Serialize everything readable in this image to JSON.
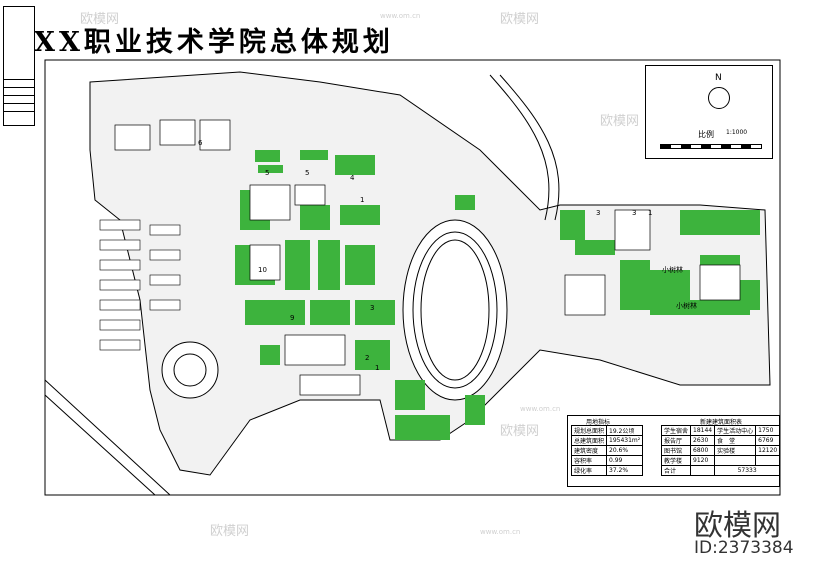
{
  "title": "XX职业技术学院总体规划",
  "compass": {
    "north": "N",
    "scale_label": "比例",
    "scale_value": "1:1000"
  },
  "land_use": {
    "header": "用地指标",
    "rows": [
      {
        "label": "规划总面积",
        "value": "19.2公顷"
      },
      {
        "label": "总建筑面积",
        "value": "195431m²"
      },
      {
        "label": "建筑密度",
        "value": "20.6%"
      },
      {
        "label": "容积率",
        "value": "0.99"
      },
      {
        "label": "绿化率",
        "value": "37.2%"
      }
    ]
  },
  "new_buildings": {
    "header": "新建建筑面积表",
    "rows": [
      {
        "a": "学生宿舍",
        "b": "18144",
        "c": "学生活动中心",
        "d": "1750"
      },
      {
        "a": "报告厅",
        "b": "2630",
        "c": "食　堂",
        "d": "6769"
      },
      {
        "a": "图书馆",
        "b": "6800",
        "c": "实验楼",
        "d": "12120"
      },
      {
        "a": "教学楼",
        "b": "9120",
        "c": "",
        "d": ""
      },
      {
        "a": "合计",
        "b": "",
        "c": "57333",
        "d": ""
      }
    ]
  },
  "watermark": {
    "brand": "欧模网",
    "id": "ID:2373384",
    "site": "www.om.cn"
  },
  "map_labels": [
    "6",
    "5",
    "5",
    "4",
    "1",
    "10",
    "9",
    "3",
    "2",
    "1",
    "3",
    "3",
    "1",
    "小树林",
    "小树林"
  ],
  "colors": {
    "green": "#3db33d",
    "line": "#000000",
    "gray": "#bdbdbd"
  }
}
